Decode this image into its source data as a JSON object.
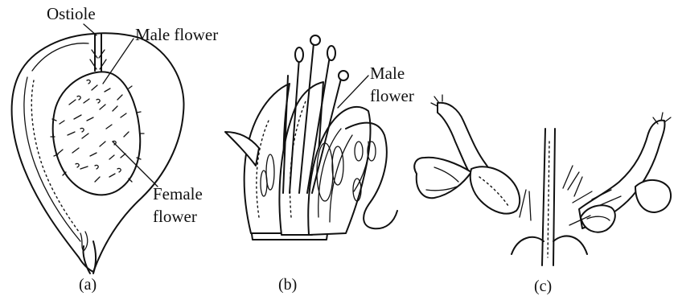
{
  "panels": [
    {
      "caption": "(a)",
      "labels": {
        "ostiole": "Ostiole",
        "male_flower": "Male flower",
        "female_flower_line1": "Female",
        "female_flower_line2": "flower"
      }
    },
    {
      "caption": "(b)",
      "labels": {
        "male_flower_line1": "Male",
        "male_flower_line2": "flower"
      }
    },
    {
      "caption": "(c)",
      "labels": {}
    }
  ]
}
